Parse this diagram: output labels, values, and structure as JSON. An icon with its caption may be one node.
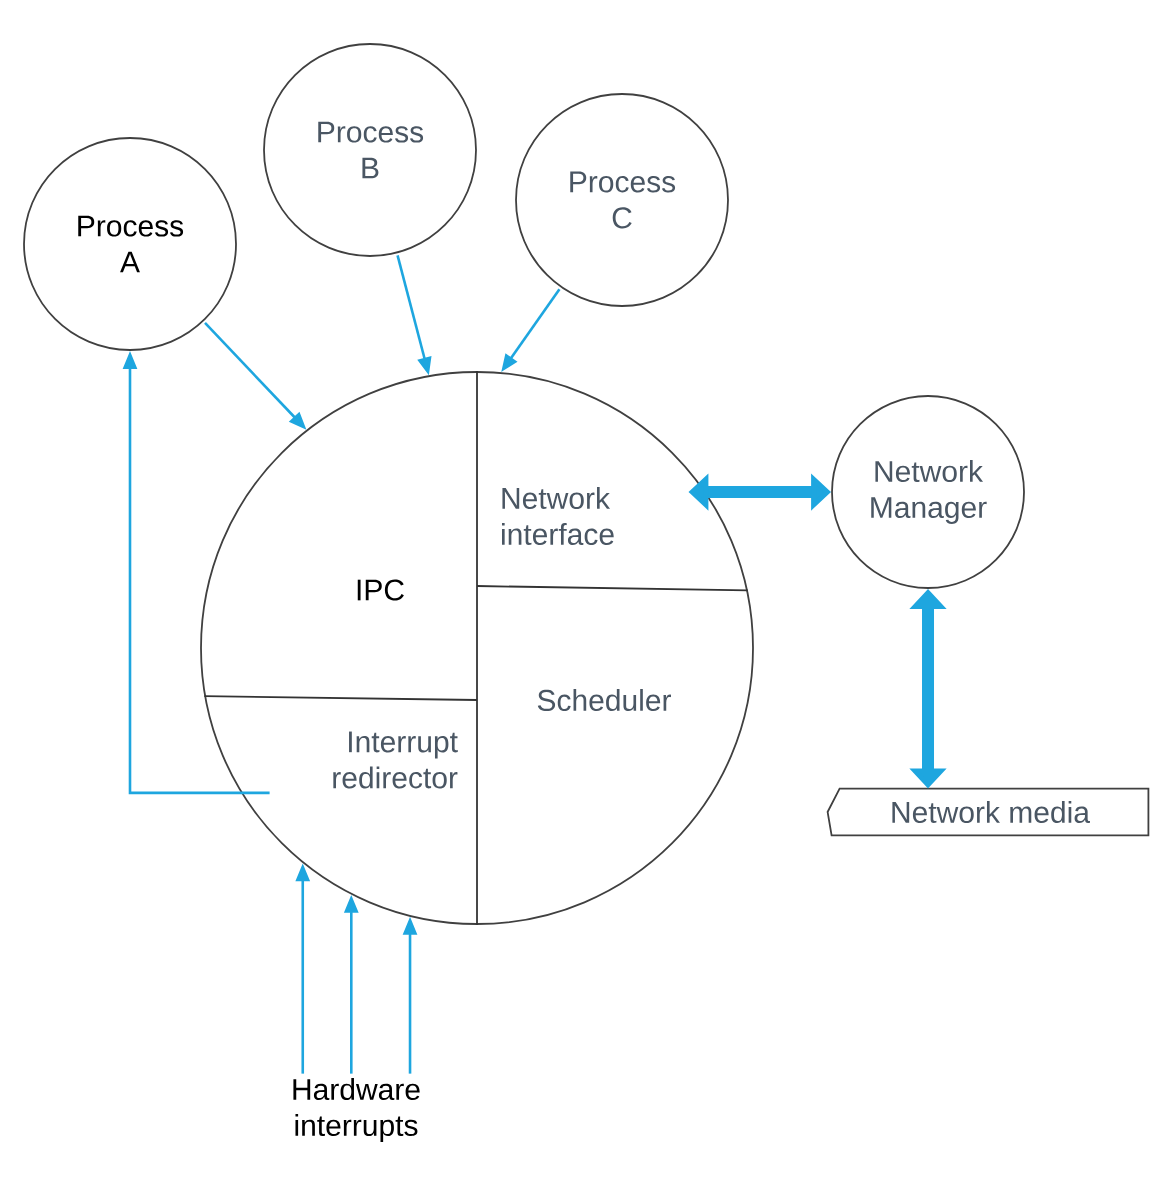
{
  "diagram": {
    "nodes": [
      {
        "text": [
          "Process A"
        ]
      },
      {
        "text": [
          "Process B"
        ]
      },
      {
        "text": [
          "Process C"
        ]
      },
      {
        "text": [],
        "shape": "circle"
      },
      {
        "text": [
          "IPC"
        ],
        "in": 3
      },
      {
        "text": [
          "Network interface"
        ],
        "in": 3
      },
      {
        "text": [
          "Scheduler"
        ],
        "in": 3
      },
      {
        "text": [
          "Interrupt redirector"
        ],
        "in": 3
      },
      {
        "text": [
          "Network Manager"
        ]
      },
      {
        "text": [
          "Network media"
        ]
      },
      {
        "text": [
          "Hardware interrupts"
        ]
      }
    ],
    "edges": [
      {
        "from": 0,
        "to": 3,
        "arrow": "to"
      },
      {
        "from": 1,
        "to": 3,
        "arrow": "to"
      },
      {
        "from": 2,
        "to": 3,
        "arrow": "to"
      },
      {
        "from": 7,
        "to": 0,
        "arrow": "to"
      },
      {
        "from": 10,
        "to": 3,
        "arrow": "to"
      },
      {
        "from": 10,
        "to": 3,
        "arrow": "to"
      },
      {
        "from": 10,
        "to": 3,
        "arrow": "to"
      },
      {
        "from": 5,
        "to": 8,
        "arrow": "both",
        "style": "thick"
      },
      {
        "from": 8,
        "to": 9,
        "arrow": "both",
        "style": "thick"
      }
    ]
  }
}
